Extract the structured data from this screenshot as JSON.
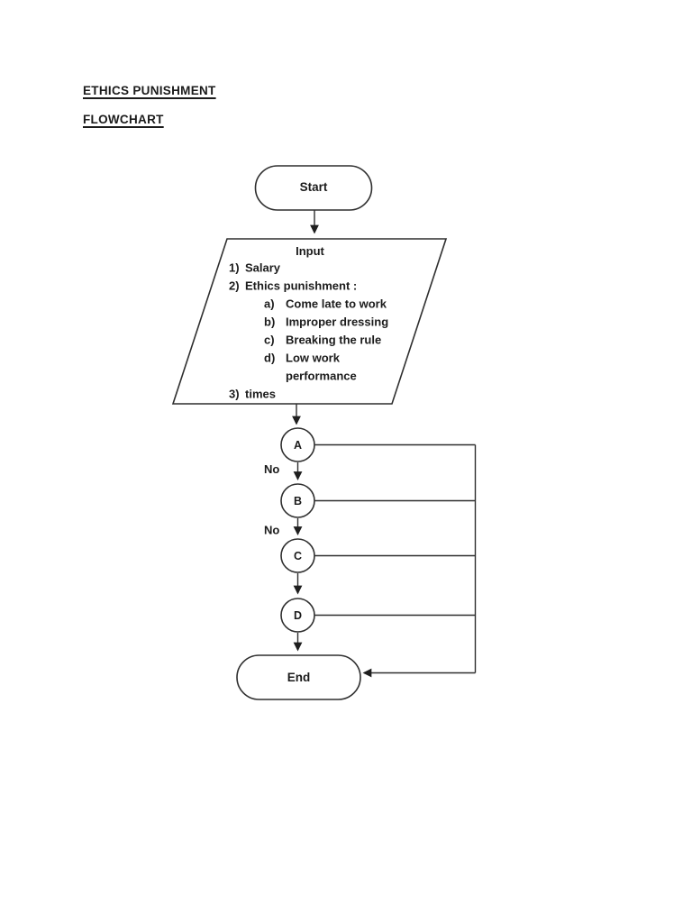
{
  "document": {
    "heading1": "ETHICS PUNISHMENT",
    "heading2": "FLOWCHART"
  },
  "flowchart": {
    "start_label": "Start",
    "input": {
      "title": "Input",
      "items": [
        {
          "marker": "1)",
          "text": "Salary"
        },
        {
          "marker": "2)",
          "text": "Ethics punishment :"
        },
        {
          "marker": "a)",
          "text": "Come late to work"
        },
        {
          "marker": "b)",
          "text": "Improper  dressing"
        },
        {
          "marker": "c)",
          "text": "Breaking the rule"
        },
        {
          "marker": "d)",
          "text": "Low work"
        },
        {
          "marker": "",
          "text": "performance"
        },
        {
          "marker": "3)",
          "text": "times"
        }
      ]
    },
    "nodes": [
      {
        "label": "A"
      },
      {
        "label": "B"
      },
      {
        "label": "C"
      },
      {
        "label": "D"
      }
    ],
    "no_labels": [
      "No",
      "No"
    ],
    "end_label": "End",
    "colors": {
      "line": "#2f2f2f",
      "text": "#1b1b1b",
      "background": "#ffffff"
    }
  }
}
